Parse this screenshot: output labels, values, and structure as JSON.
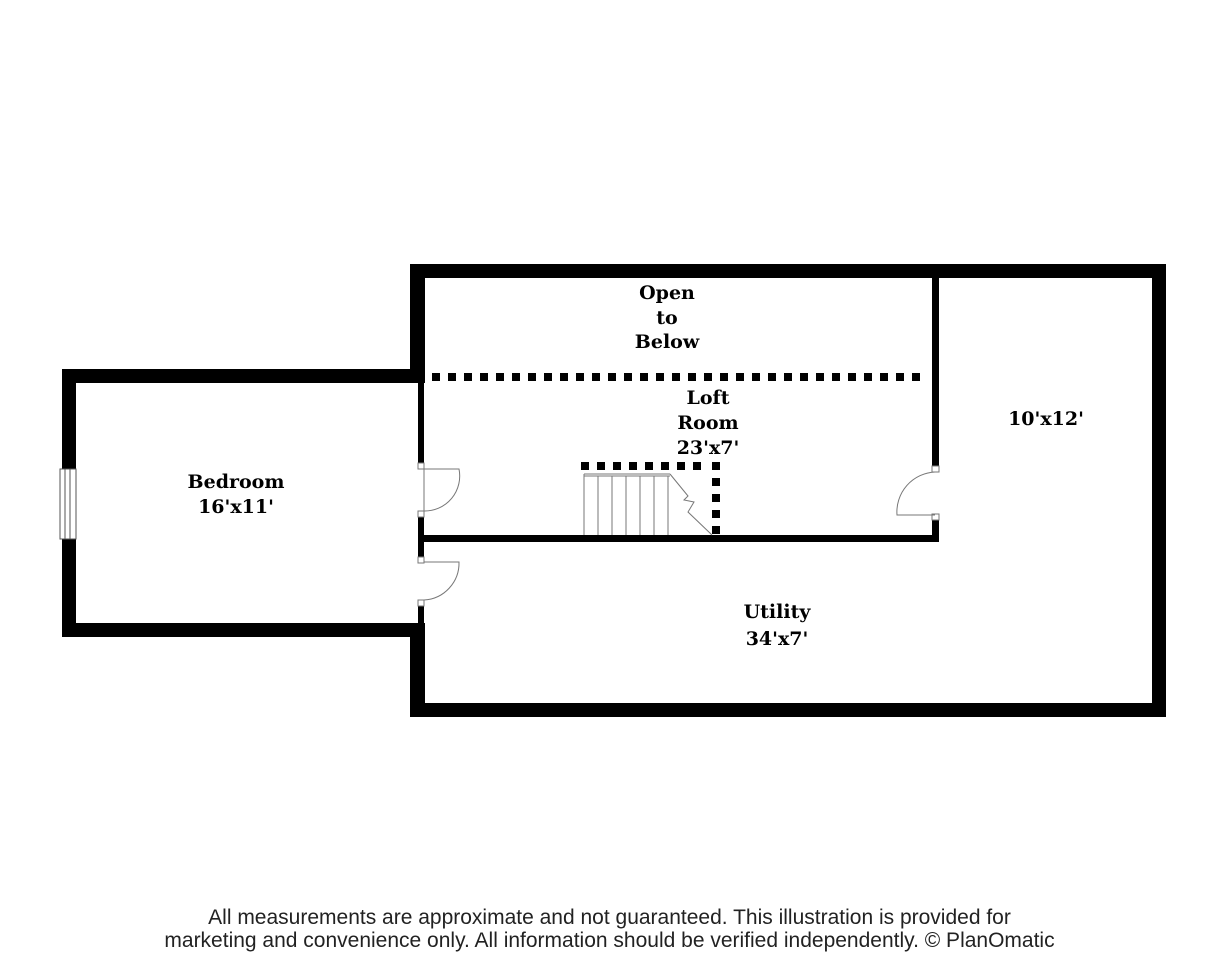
{
  "rooms": {
    "open_to_below": {
      "lines": [
        "Open",
        "to",
        "Below"
      ]
    },
    "loft_room": {
      "lines": [
        "Loft",
        "Room",
        "23'x7'"
      ]
    },
    "bedroom": {
      "lines": [
        "Bedroom",
        "16'x11'"
      ]
    },
    "unnamed_room": {
      "lines": [
        "10'x12'"
      ]
    },
    "utility": {
      "lines": [
        "Utility",
        "34'x7'"
      ]
    }
  },
  "disclaimer": {
    "line1": "All measurements are approximate and not guaranteed. This illustration is provided for",
    "line2": "marketing and convenience only. All information should be verified independently. © PlanOmatic"
  },
  "colors": {
    "wall": "#000000",
    "background": "#ffffff",
    "fixture_line": "#777777"
  }
}
